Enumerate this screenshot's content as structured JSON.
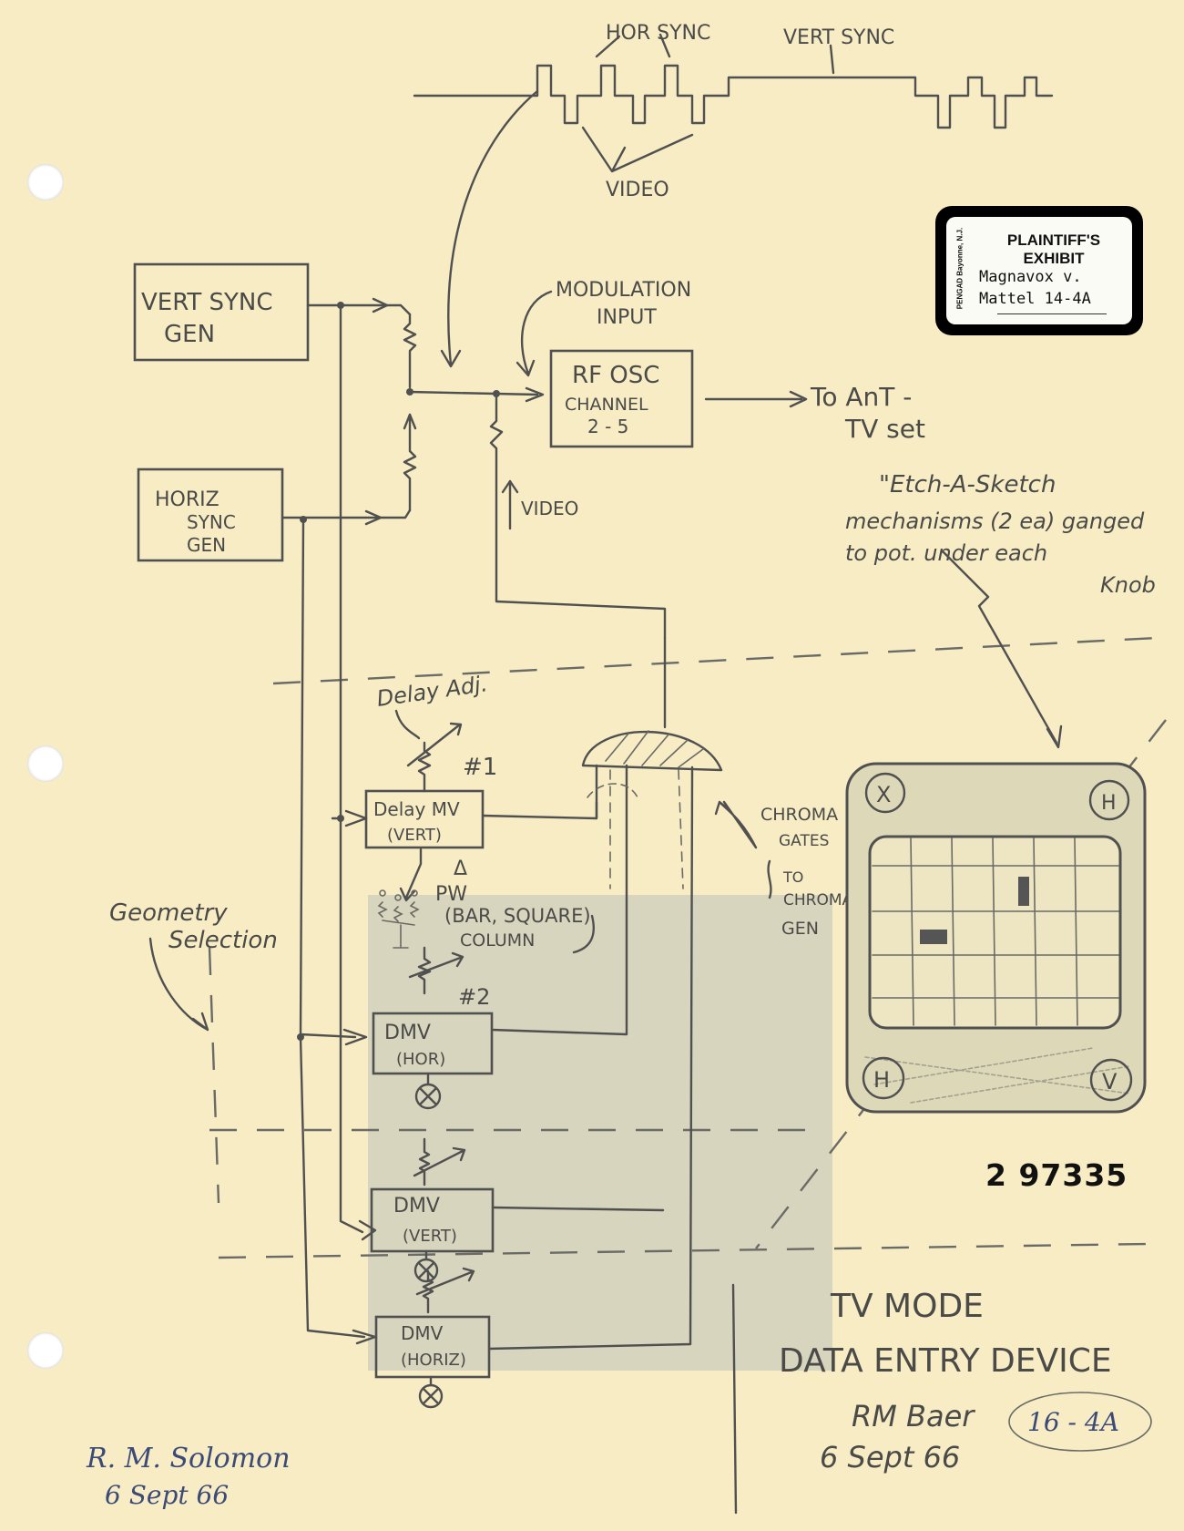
{
  "waveform": {
    "hor_sync": "HOR SYNC",
    "vert_sync": "VERT SYNC",
    "video": "VIDEO"
  },
  "blocks": {
    "vert_sync_gen": [
      "VERT SYNC",
      "GEN"
    ],
    "horiz_sync_gen": [
      "HORIZ",
      "SYNC",
      "GEN"
    ],
    "rf_osc": [
      "RF OSC",
      "CHANNEL",
      "2 - 5"
    ],
    "delay_mv": [
      "Delay MV",
      "(VERT)"
    ],
    "dmv_hor": [
      "DMV",
      "(HOR)"
    ],
    "dmv_vert": [
      "DMV",
      "(VERT)"
    ],
    "dmv_horiz": [
      "DMV",
      "(HORIZ)"
    ]
  },
  "labels": {
    "modulation_input": [
      "MODULATION",
      "INPUT"
    ],
    "to_ant": [
      "To AnT -",
      "TV set"
    ],
    "video_line": "VIDEO",
    "etch_note": [
      "\"Etch-A-Sketch",
      "mechanisms (2 ea) ganged",
      "to pot. under each",
      "Knob"
    ],
    "delay_adj": "Delay Adj.",
    "pot_1": "#1",
    "pot_2": "#2",
    "delta_pw": [
      "Δ",
      "PW"
    ],
    "bar_square": [
      "(BAR, SQUARE)",
      "COLUMN"
    ],
    "geometry_selection": [
      "Geometry",
      "Selection"
    ],
    "chroma_gates": [
      "CHROMA",
      "GATES",
      "TO",
      "CHROMA",
      "GEN"
    ],
    "knobs": [
      "X",
      "H",
      "H",
      "V"
    ]
  },
  "exhibit": {
    "maker": "PENGAD Bayonne, N.J.",
    "title": "PLAINTIFF'S EXHIBIT",
    "case": "Magnavox v.",
    "case2": "Mattel",
    "number": "14-4A"
  },
  "serial": "2 97335",
  "footer": {
    "title": [
      "TV MODE",
      "DATA ENTRY DEVICE"
    ],
    "initials": "RM Baer",
    "date": "6 Sept 66",
    "page_tag": "16 - 4A",
    "signature": [
      "R. M. Solomon",
      "6 Sept 66"
    ]
  }
}
